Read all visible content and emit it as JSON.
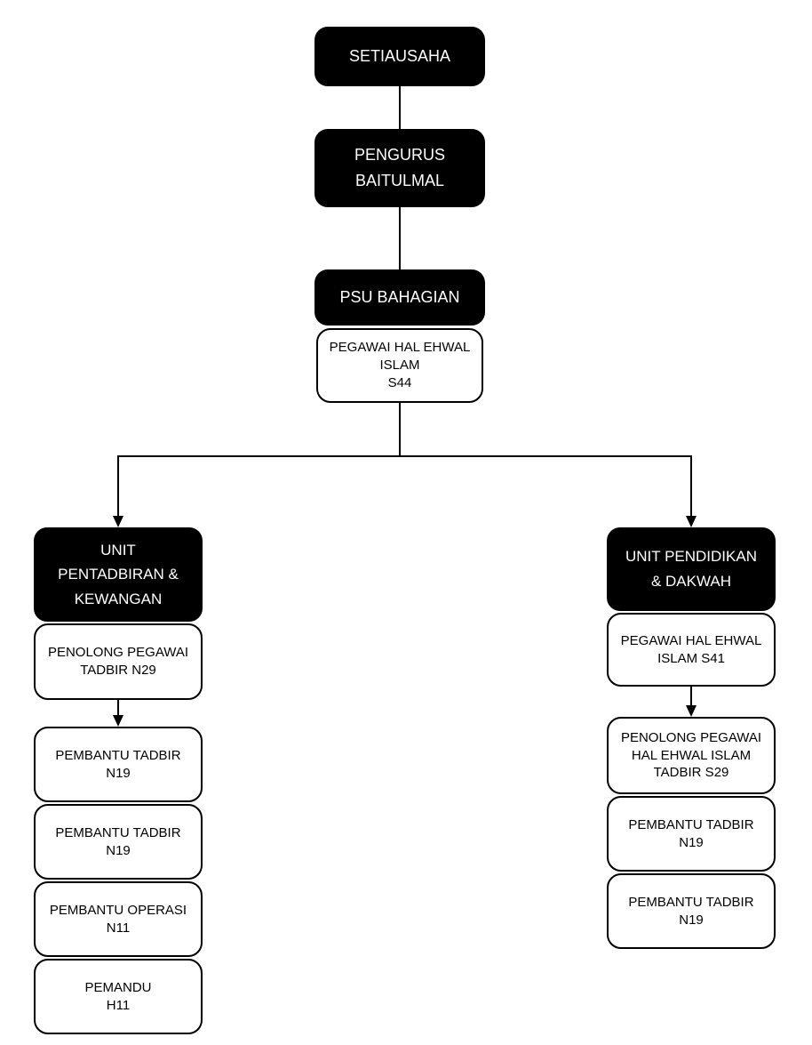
{
  "colors": {
    "node_dark_bg": "#000000",
    "node_dark_text": "#ffffff",
    "node_light_bg": "#ffffff",
    "node_light_border": "#000000",
    "node_light_text": "#000000",
    "connector": "#000000",
    "page_bg": "#ffffff"
  },
  "nodes": {
    "setiausaha": {
      "lines": [
        "SETIAUSAHA"
      ]
    },
    "pengurus_baitulmal": {
      "lines": [
        "PENGURUS",
        "BAITULMAL"
      ]
    },
    "psu_bahagian": {
      "lines": [
        "PSU BAHAGIAN"
      ]
    },
    "pegawai_hal_ehwal_islam_s44": {
      "lines": [
        "PEGAWAI HAL EHWAL",
        "ISLAM",
        "S44"
      ]
    },
    "unit_pentadbiran_kewangan": {
      "lines": [
        "UNIT",
        "PENTADBIRAN &",
        "KEWANGAN"
      ]
    },
    "penolong_pegawai_tadbir_n29": {
      "lines": [
        "PENOLONG PEGAWAI",
        "TADBIR N29"
      ]
    },
    "pembantu_tadbir_n19_a": {
      "lines": [
        "PEMBANTU TADBIR",
        "N19"
      ]
    },
    "pembantu_tadbir_n19_b": {
      "lines": [
        "PEMBANTU TADBIR",
        "N19"
      ]
    },
    "pembantu_operasi_n11": {
      "lines": [
        "PEMBANTU OPERASI",
        "N11"
      ]
    },
    "pemandu_h11": {
      "lines": [
        "PEMANDU",
        "H11"
      ]
    },
    "unit_pendidikan_dakwah": {
      "lines": [
        "UNIT PENDIDIKAN",
        "& DAKWAH"
      ]
    },
    "pegawai_hal_ehwal_islam_s41": {
      "lines": [
        "PEGAWAI HAL EHWAL",
        "ISLAM S41"
      ]
    },
    "penolong_pegawai_hei_tadbir_s29": {
      "lines": [
        "PENOLONG PEGAWAI",
        "HAL EHWAL ISLAM",
        "TADBIR S29"
      ]
    },
    "pembantu_tadbir_n19_c": {
      "lines": [
        "PEMBANTU TADBIR",
        "N19"
      ]
    },
    "pembantu_tadbir_n19_d": {
      "lines": [
        "PEMBANTU TADBIR",
        "N19"
      ]
    }
  },
  "edges": [
    {
      "from": "setiausaha",
      "to": "pengurus_baitulmal",
      "arrow": false
    },
    {
      "from": "pengurus_baitulmal",
      "to": "psu_bahagian",
      "arrow": false
    },
    {
      "from": "psu_bahagian",
      "to": "pegawai_hal_ehwal_islam_s44",
      "arrow": false
    },
    {
      "from": "pegawai_hal_ehwal_islam_s44",
      "to": "unit_pentadbiran_kewangan",
      "arrow": true
    },
    {
      "from": "pegawai_hal_ehwal_islam_s44",
      "to": "unit_pendidikan_dakwah",
      "arrow": true
    },
    {
      "from": "unit_pentadbiran_kewangan",
      "to": "penolong_pegawai_tadbir_n29",
      "arrow": false
    },
    {
      "from": "penolong_pegawai_tadbir_n29",
      "to": "pembantu_tadbir_n19_a",
      "arrow": true
    },
    {
      "from": "pembantu_tadbir_n19_a",
      "to": "pembantu_tadbir_n19_b",
      "arrow": false
    },
    {
      "from": "pembantu_tadbir_n19_b",
      "to": "pembantu_operasi_n11",
      "arrow": false
    },
    {
      "from": "pembantu_operasi_n11",
      "to": "pemandu_h11",
      "arrow": false
    },
    {
      "from": "unit_pendidikan_dakwah",
      "to": "pegawai_hal_ehwal_islam_s41",
      "arrow": false
    },
    {
      "from": "pegawai_hal_ehwal_islam_s41",
      "to": "penolong_pegawai_hei_tadbir_s29",
      "arrow": true
    },
    {
      "from": "penolong_pegawai_hei_tadbir_s29",
      "to": "pembantu_tadbir_n19_c",
      "arrow": false
    },
    {
      "from": "pembantu_tadbir_n19_c",
      "to": "pembantu_tadbir_n19_d",
      "arrow": false
    }
  ]
}
